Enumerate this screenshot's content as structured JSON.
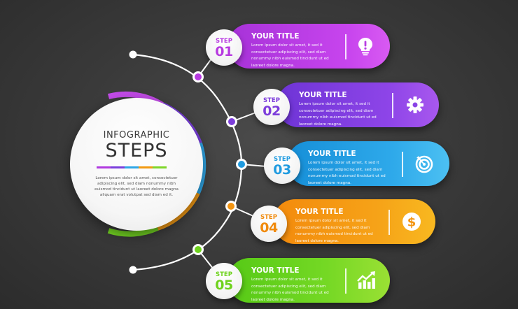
{
  "hub": {
    "title_small": "INFOGRAPHIC",
    "title_big": "STEPS",
    "text": "Lorem ipsum dolor sit amet, consectetuer adipiscing elit, sed diam nonummy nibh euismod tincidunt ut laoreet dolore magna aliquam erat volutpat sed diam ed it.",
    "bar_colors": [
      "#b03adf",
      "#7a3fdc",
      "#2fa6e6",
      "#f29a12",
      "#7fd62a"
    ]
  },
  "steps": [
    {
      "label": "STEP",
      "number": "01",
      "title": "YOUR TITLE",
      "text": "Lorem ipsum dolor sit amet, it sed it consectetuer adipiscing elit, sed diam nonummy nibh euismod tincidunt ut ed laoreet dolore magna.",
      "icon": "lightbulb-icon",
      "color": "#b73ae0"
    },
    {
      "label": "STEP",
      "number": "02",
      "title": "YOUR TITLE",
      "text": "Lorem ipsum dolor sit amet, it sed it consectetuer adipiscing elit, sed diam nonummy nibh euismod tincidunt ut ed laoreet dolore magna.",
      "icon": "gear-icon",
      "color": "#7d3edb"
    },
    {
      "label": "STEP",
      "number": "03",
      "title": "YOUR TITLE",
      "text": "Lorem ipsum dolor sit amet, it sed it consectetuer adipiscing elit, sed diam nonummy nibh euismod tincidunt ut ed laoreet dolore magna.",
      "icon": "target-icon",
      "color": "#1f9be0"
    },
    {
      "label": "STEP",
      "number": "04",
      "title": "YOUR TITLE",
      "text": "Lorem ipsum dolor sit amet, it sed it consectetuer adipiscing elit, sed diam nonummy nibh euismod tincidunt ut ed laoreet dolore magna.",
      "icon": "dollar-icon",
      "color": "#f39512"
    },
    {
      "label": "STEP",
      "number": "05",
      "title": "YOUR TITLE",
      "text": "Lorem ipsum dolor sit amet, it sed it consectetuer adipiscing elit, sed diam nonummy nibh euismod tincidunt ut ed laoreet dolore magna.",
      "icon": "growth-chart-icon",
      "color": "#6fd21e"
    }
  ]
}
